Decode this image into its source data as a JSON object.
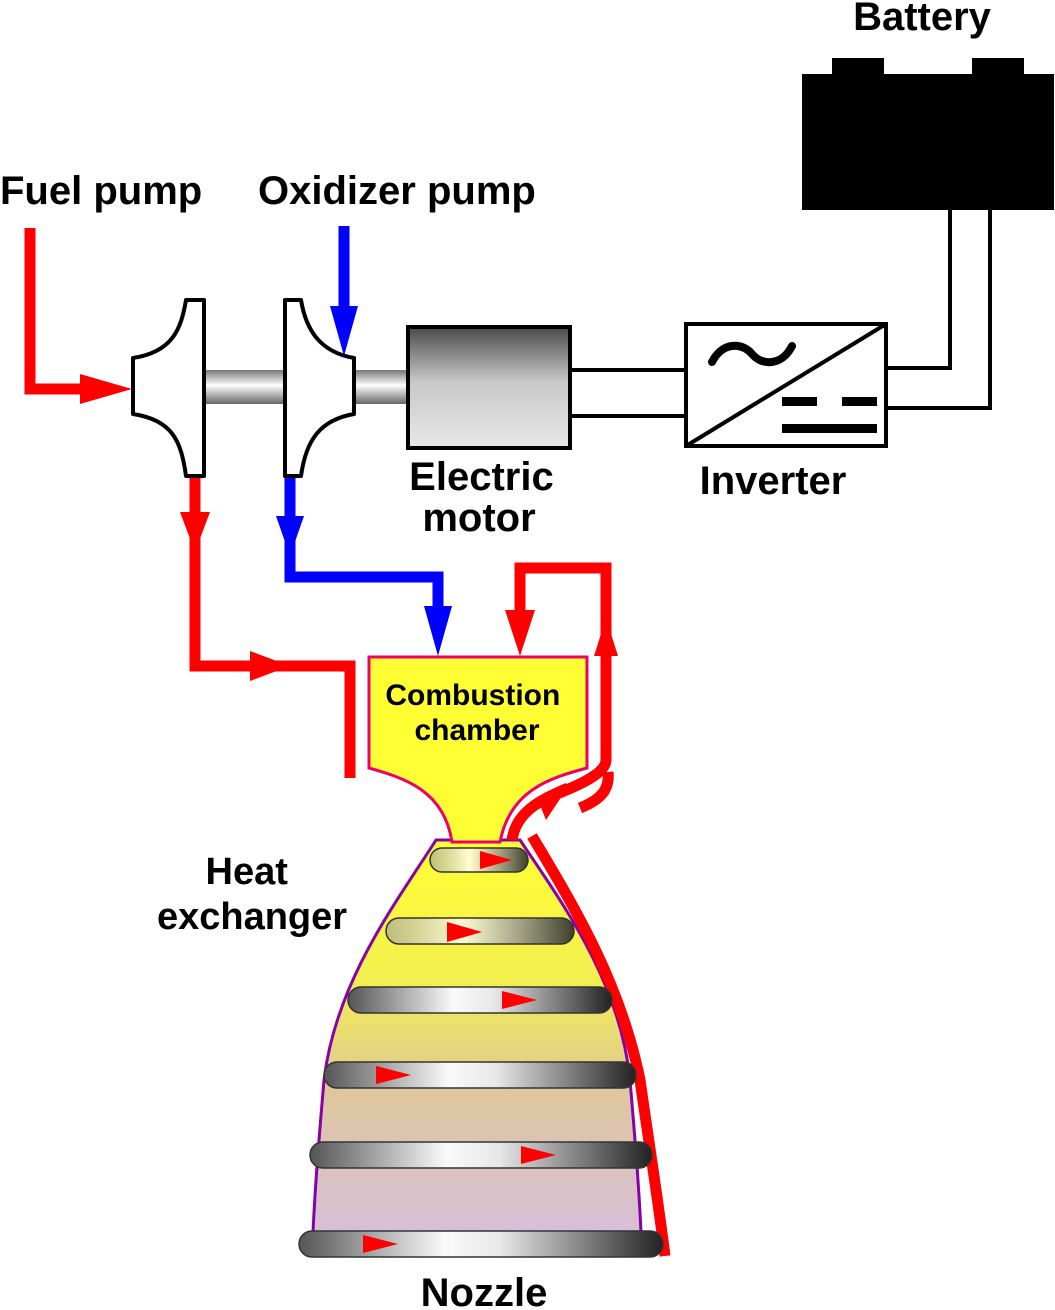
{
  "labels": {
    "battery": "Battery",
    "fuel_pump": "Fuel pump",
    "oxidizer_pump": "Oxidizer pump",
    "electric_motor": [
      "Electric",
      "motor"
    ],
    "inverter": "Inverter",
    "combustion_chamber": [
      "Combustion",
      "chamber"
    ],
    "heat_exchanger": [
      "Heat",
      "exchanger"
    ],
    "nozzle": "Nozzle"
  },
  "colors": {
    "fuel_line": "#ff0000",
    "oxidizer_line": "#0000ff",
    "chamber_fill": "#ffff33",
    "nozzle_fill_bottom": "#d8bde0",
    "nozzle_outline": "#8800aa",
    "battery": "#000000"
  },
  "icons": {
    "inverter_ac": "tilde-icon",
    "inverter_dc": "dc-bars-icon"
  }
}
